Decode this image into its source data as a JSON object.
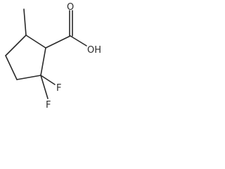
{
  "molecule": {
    "atom_labels": {
      "oxygen_carbonyl": "O",
      "hydroxyl": "OH",
      "fluorine_1": "F",
      "fluorine_2": "F"
    }
  },
  "colors": {
    "bond": "#2a2a2a",
    "background": "#ffffff"
  }
}
